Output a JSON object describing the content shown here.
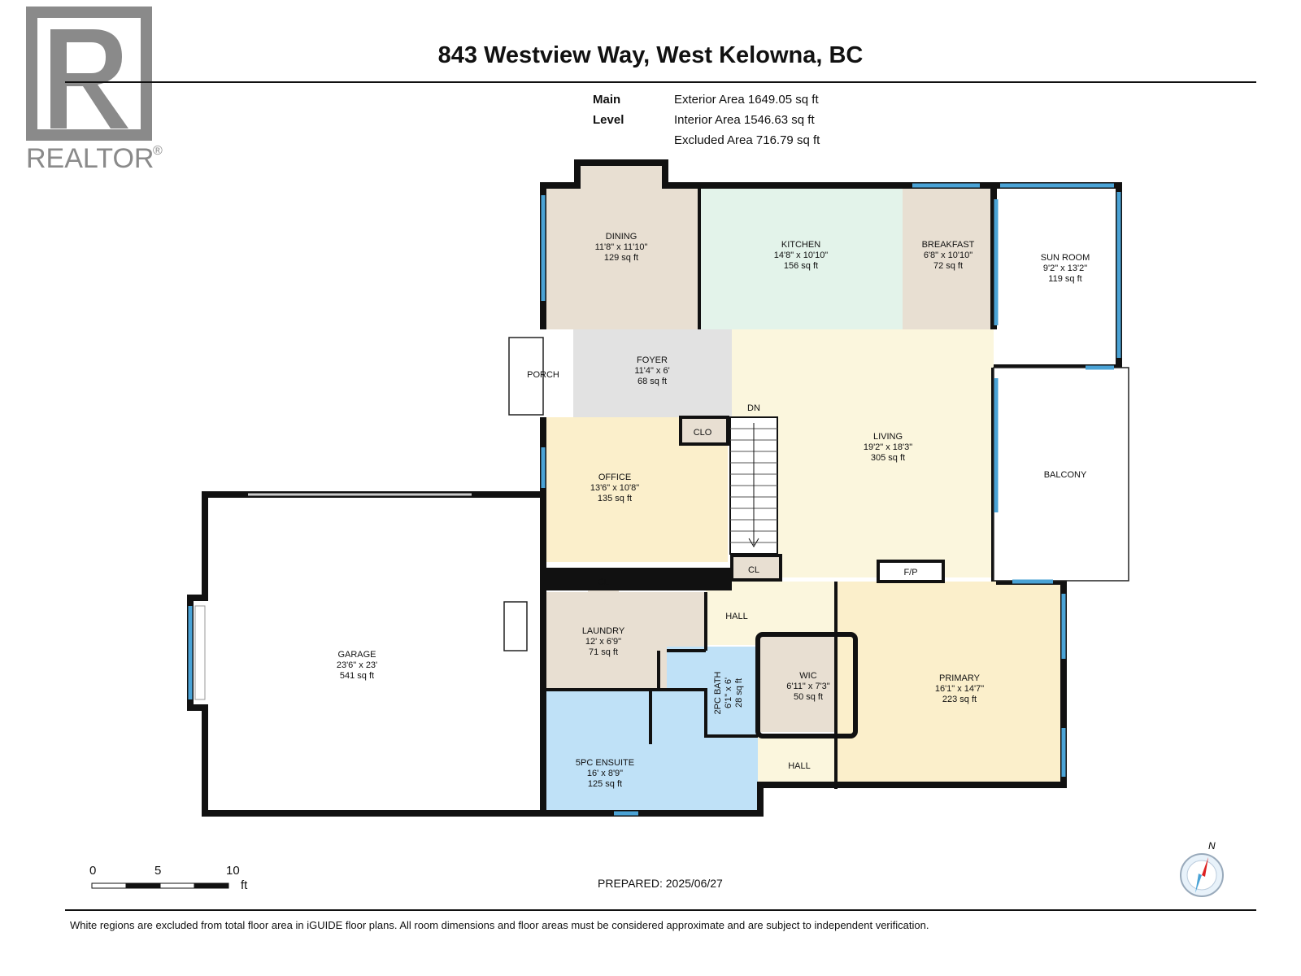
{
  "logo": {
    "text": "REALTOR",
    "mark": "®"
  },
  "title": "843 Westview Way, West Kelowna, BC",
  "level": {
    "name": "Main Level",
    "exterior": "Exterior Area 1649.05 sq ft",
    "interior": "Interior Area 1546.63 sq ft",
    "excluded": "Excluded Area 716.79 sq ft"
  },
  "rooms": {
    "dining": [
      "DINING",
      "11'8\" x 11'10\"",
      "129 sq ft"
    ],
    "kitchen": [
      "KITCHEN",
      "14'8\" x 10'10\"",
      "156 sq ft"
    ],
    "breakfast": [
      "BREAKFAST",
      "6'8\" x 10'10\"",
      "72 sq ft"
    ],
    "sunroom": [
      "SUN ROOM",
      "9'2\" x 13'2\"",
      "119 sq ft"
    ],
    "foyer": [
      "FOYER",
      "11'4\" x 6'",
      "68 sq ft"
    ],
    "living": [
      "LIVING",
      "19'2\" x 18'3\"",
      "305 sq ft"
    ],
    "office": [
      "OFFICE",
      "13'6\" x 10'8\"",
      "135 sq ft"
    ],
    "garage": [
      "GARAGE",
      "23'6\" x 23'",
      "541 sq ft"
    ],
    "laundry": [
      "LAUNDRY",
      "12' x 6'9\"",
      "71 sq ft"
    ],
    "bath2": [
      "2PC BATH",
      "6'1\" x 6'",
      "28 sq ft"
    ],
    "wic": [
      "WIC",
      "6'11\" x 7'3\"",
      "50 sq ft"
    ],
    "primary": [
      "PRIMARY",
      "16'1\" x 14'7\"",
      "223 sq ft"
    ],
    "ensuite": [
      "5PC ENSUITE",
      "16' x 8'9\"",
      "125 sq ft"
    ]
  },
  "labels": {
    "porch": "PORCH",
    "clo": "CLO",
    "cl1": "CL",
    "cl2": "CL",
    "dn": "DN",
    "fp": "F/P",
    "hall1": "HALL",
    "hall2": "HALL",
    "balcony": "BALCONY"
  },
  "scale": {
    "t0": "0",
    "t5": "5",
    "t10": "10",
    "unit": "ft"
  },
  "prepared": "PREPARED: 2025/06/27",
  "compass_n": "N",
  "footnote": "White regions are excluded from total floor area in iGUIDE floor plans. All room dimensions and floor areas must be considered approximate and are subject to independent verification.",
  "colors": {
    "tan": "#e8dfd2",
    "mint": "#e3f3ea",
    "gray": "#e2e2e2",
    "cream": "#fbf6dd",
    "yellow": "#fbefcb",
    "blue": "#bfe1f7",
    "window": "#4aa3d6",
    "wall": "#111111"
  }
}
